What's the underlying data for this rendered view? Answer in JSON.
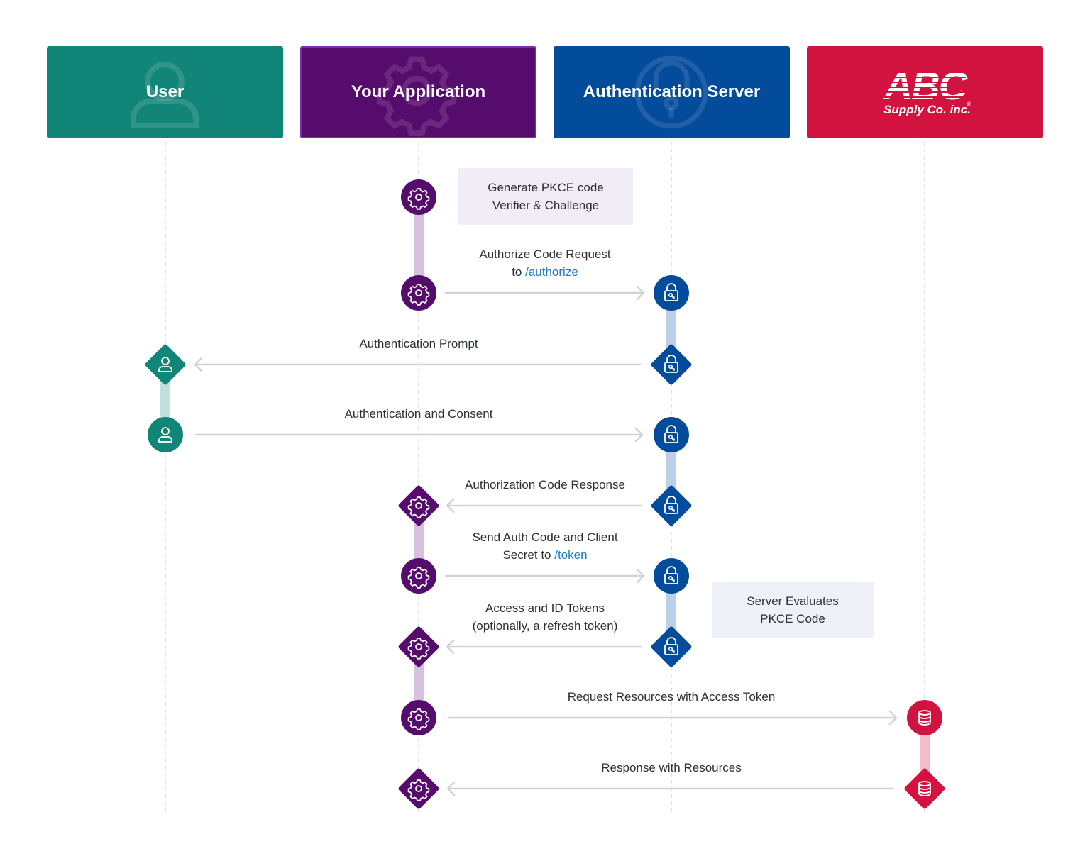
{
  "lanes": {
    "user": {
      "title": "User",
      "color": "#128579",
      "icon": "user-icon"
    },
    "app": {
      "title": "Your Application",
      "color": "#560c6c",
      "icon": "gear-icon"
    },
    "auth": {
      "title": "Authentication Server",
      "color": "#034b9b",
      "icon": "padlock-icon"
    },
    "abc": {
      "color": "#d3133f",
      "logo_text": "ABC",
      "logo_sub": "Supply Co. inc.",
      "icon": "database-icon"
    }
  },
  "notes": {
    "pkce": {
      "line1": "Generate PKCE code",
      "line2": "Verifier & Challenge"
    },
    "evaluate": {
      "line1": "Server Evaluates",
      "line2": "PKCE Code"
    }
  },
  "messages": {
    "authorize_request": {
      "line1": "Authorize Code Request",
      "line2_prefix": "to ",
      "line2_link": "/authorize"
    },
    "auth_prompt": {
      "line1": "Authentication Prompt"
    },
    "auth_consent": {
      "line1": "Authentication and Consent"
    },
    "code_response": {
      "line1": "Authorization Code Response"
    },
    "send_code": {
      "line1": "Send Auth Code and Client",
      "line2_prefix": "Secret to ",
      "line2_link": "/token"
    },
    "tokens": {
      "line1": "Access and ID Tokens",
      "line2": "(optionally, a refresh token)"
    },
    "request_resources": {
      "line1": "Request Resources with Access Token"
    },
    "response_resources": {
      "line1": "Response with Resources"
    }
  },
  "colors": {
    "arrow": "#cfd4dc",
    "lifeline": "#d5d9df",
    "link": "#1f7cc5",
    "app_bar": "#d7c2de",
    "auth_bar": "#bcd0e8",
    "user_bar": "#bfe0dc",
    "abc_bar": "#f2bccb"
  }
}
